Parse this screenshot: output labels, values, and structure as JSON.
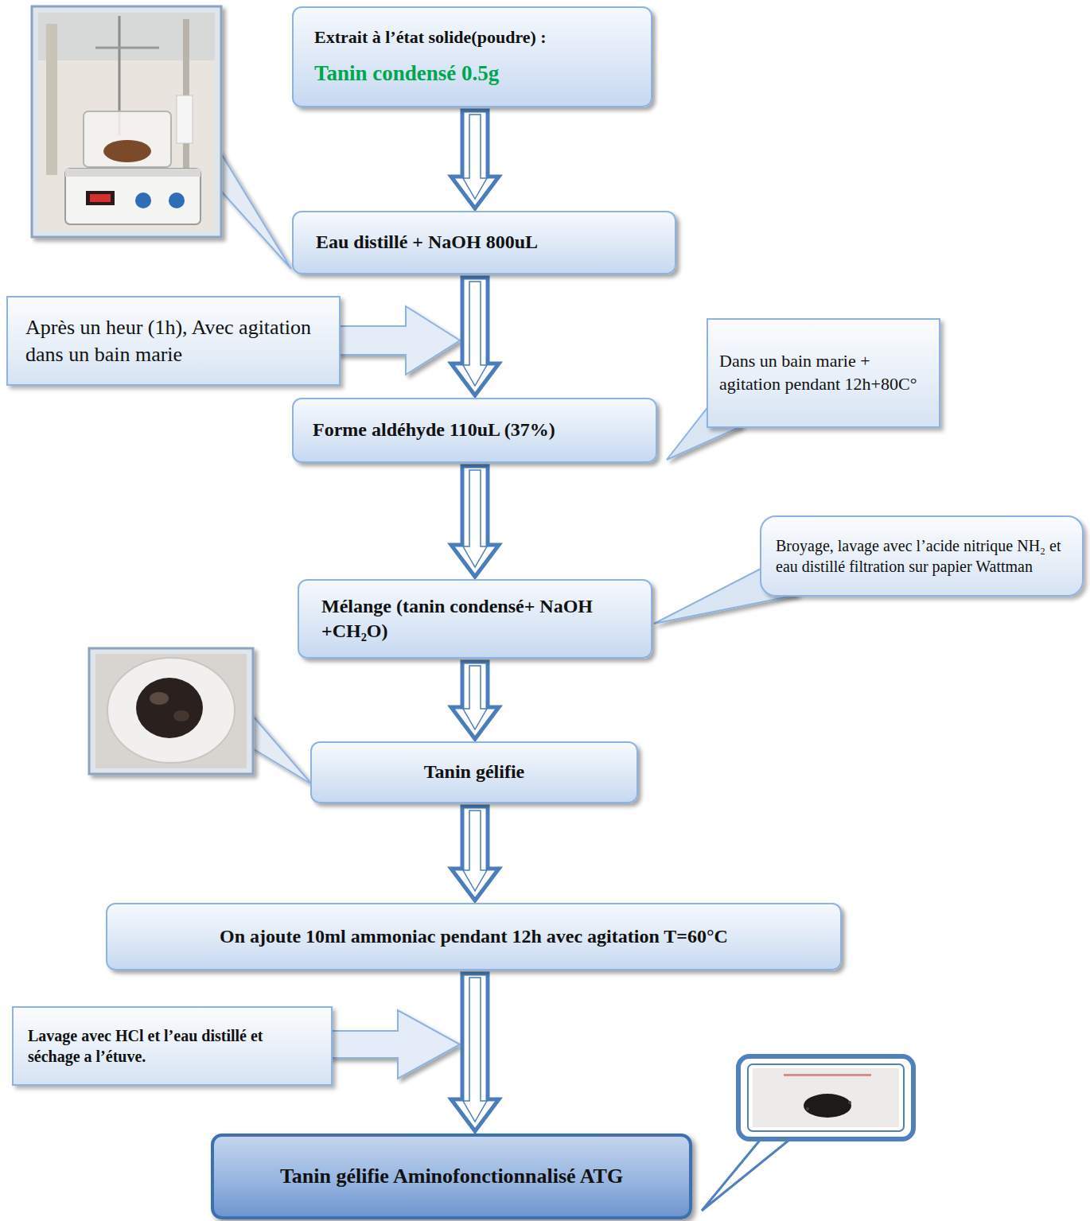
{
  "diagram": {
    "nodes": [
      {
        "text": [
          "Extrait à l’état solide(poudre) :",
          "Tanin condensé 0.5g"
        ]
      },
      {
        "text": [
          "Eau distillé + NaOH 800uL"
        ]
      },
      {
        "text": [
          "Après un heur (1h), Avec agitation dans un bain marie"
        ]
      },
      {
        "text": [
          "Dans un bain marie + agitation pendant 12h+80C°"
        ]
      },
      {
        "text": [
          "Forme aldéhyde 110uL (37%)"
        ]
      },
      {
        "text": [
          "Broyage, lavage avec l’acide nitrique NH₂ et eau distillé filtration sur papier Wattman"
        ]
      },
      {
        "text": [
          "Mélange (tanin condensé+ NaOH +CH₂O)"
        ]
      },
      {
        "text": [
          "Tanin gélifie"
        ]
      },
      {
        "text": [
          "On ajoute 10ml ammoniac pendant 12h avec agitation T=60°C"
        ]
      },
      {
        "text": [
          "Lavage avec HCl et l’eau distillé et séchage a l’étuve."
        ]
      },
      {
        "text": [
          "Tanin gélifie Aminofonctionnalisé ATG"
        ]
      }
    ],
    "edges": [
      {
        "from": 0,
        "to": 1,
        "arrow": "to"
      },
      {
        "from": 1,
        "to": 4,
        "arrow": "to"
      },
      {
        "from": 4,
        "to": 6,
        "arrow": "to"
      },
      {
        "from": 6,
        "to": 7,
        "arrow": "to"
      },
      {
        "from": 7,
        "to": 8,
        "arrow": "to"
      },
      {
        "from": 8,
        "to": 10,
        "arrow": "to"
      }
    ]
  }
}
